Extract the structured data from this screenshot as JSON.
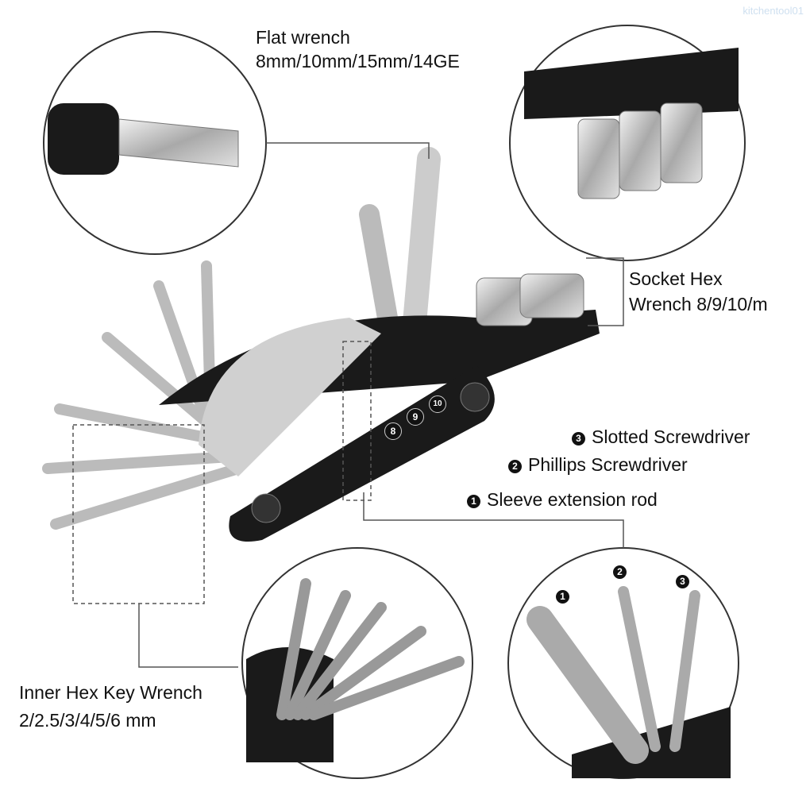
{
  "watermark": "kitchentool01",
  "labels": {
    "flat_wrench_title": "Flat wrench",
    "flat_wrench_sizes": "8mm/10mm/15mm/14GE",
    "socket_title": "Socket Hex",
    "socket_sizes": "Wrench 8/9/10/m",
    "slotted": {
      "num": "3",
      "text": "Slotted Screwdriver"
    },
    "phillips": {
      "num": "2",
      "text": "Phillips Screwdriver"
    },
    "sleeve": {
      "num": "1",
      "text": "Sleeve extension rod"
    },
    "hex_title": "Inner Hex Key Wrench",
    "hex_sizes": "2/2.5/3/4/5/6 mm"
  },
  "detail_markers": [
    "1",
    "2",
    "3"
  ],
  "socket_sizes_engraved": [
    "8",
    "9",
    "10"
  ],
  "colors": {
    "tool_body": "#1a1a1a",
    "metal": "#c8c8c8",
    "line": "#555555"
  }
}
